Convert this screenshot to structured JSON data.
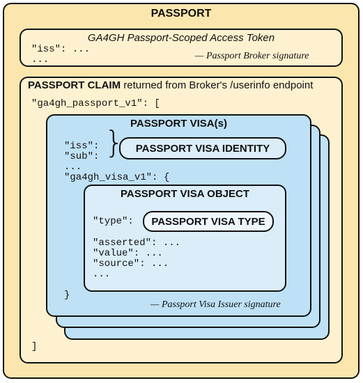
{
  "passport": {
    "title": "PASSPORT"
  },
  "token": {
    "title": "GA4GH Passport-Scoped Access Token",
    "line1": "\"iss\": ...",
    "line2": "...",
    "signature": "— Passport Broker signature"
  },
  "claim": {
    "title_bold": "PASSPORT CLAIM",
    "title_rest": " returned from Broker's /userinfo endpoint",
    "open_line": "\"ga4gh_passport_v1\": [",
    "close_bracket": "]"
  },
  "visa": {
    "title": "PASSPORT VISA(s)",
    "iss": "\"iss\":",
    "sub": "\"sub\":",
    "ellipsis": "...",
    "brace": "}",
    "identity_label": "PASSPORT VISA IDENTITY",
    "visa_line": "\"ga4gh_visa_v1\": {",
    "close_brace": "}",
    "signature": "— Passport Visa Issuer signature"
  },
  "visa_object": {
    "title": "PASSPORT VISA OBJECT",
    "type_key": "\"type\":",
    "type_label": "PASSPORT VISA TYPE",
    "asserted": "\"asserted\": ...",
    "value": "\"value\": ...",
    "source": "\"source\": ...",
    "ellipsis": "..."
  }
}
